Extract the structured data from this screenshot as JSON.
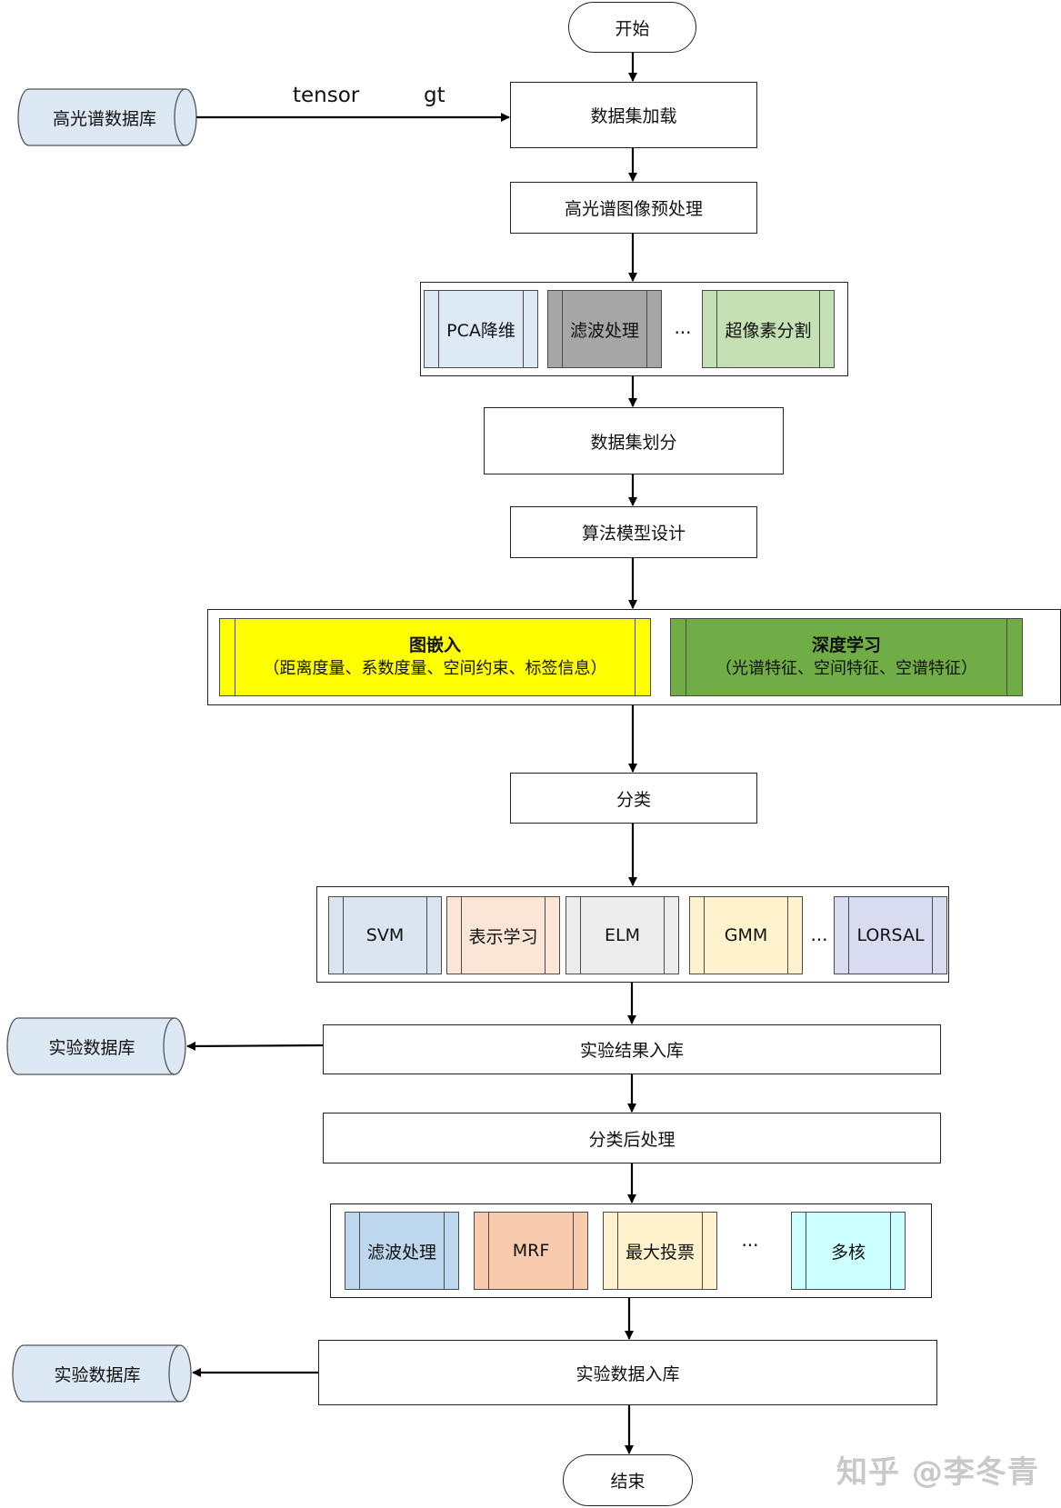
{
  "start": "开始",
  "end": "结束",
  "db_source": "高光谱数据库",
  "edge_tensor": "tensor",
  "edge_gt": "gt",
  "load": "数据集加载",
  "preprocess": "高光谱图像预处理",
  "preprocess_methods": [
    "PCA降维",
    "滤波处理",
    "超像素分割"
  ],
  "ellipsis": "...",
  "split": "数据集划分",
  "design": "算法模型设计",
  "graph_embed": {
    "title": "图嵌入",
    "detail": "（距离度量、系数度量、空间约束、标签信息）"
  },
  "deep_learning": {
    "title": "深度学习",
    "detail": "（光谱特征、空间特征、空谱特征）"
  },
  "classify": "分类",
  "classifiers": [
    "SVM",
    "表示学习",
    "ELM",
    "GMM",
    "LORSAL"
  ],
  "result_store": "实验结果入库",
  "db_experiment_1": "实验数据库",
  "postprocess": "分类后处理",
  "post_methods": [
    "滤波处理",
    "MRF",
    "最大投票",
    "多核"
  ],
  "data_store": "实验数据入库",
  "db_experiment_2": "实验数据库",
  "watermark": "知乎 @李冬青",
  "colors": {
    "db_fill": "#dce8f4",
    "pca": "#dde9f5",
    "filter": "#a6a6a6",
    "superpixel": "#c5e0b4",
    "graph_embed": "#ffff00",
    "deep_learning": "#70ad47",
    "svm": "#dae5f1",
    "repr": "#fbe5d6",
    "elm": "#ededed",
    "gmm": "#fff2cc",
    "lorsal": "#d9dcf0",
    "post_filter": "#bdd7ee",
    "mrf": "#f8cbad",
    "vote": "#fff2cc",
    "multikernel": "#ccffff"
  }
}
